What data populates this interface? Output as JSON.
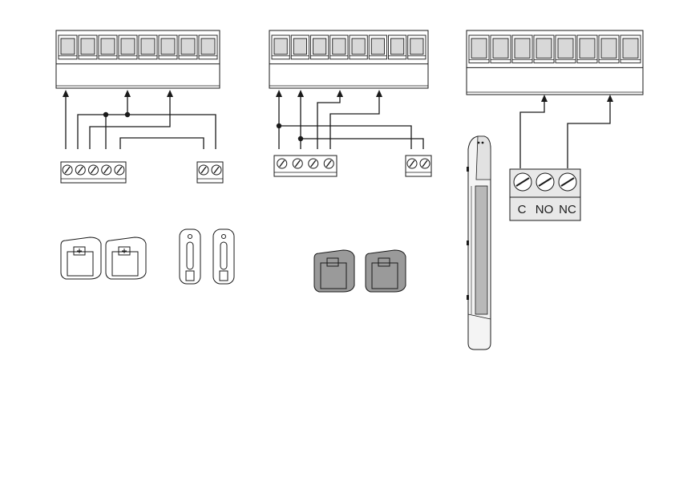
{
  "relay_terminals": {
    "labels": [
      "C",
      "NO",
      "NC"
    ]
  },
  "colors": {
    "ink": "#1a1a1a",
    "key_fill": "#d8d8d8",
    "relay_fill": "#e8e8e8",
    "photocell_fill": "#888888",
    "sensor_body": "#f2f2f2",
    "sensor_strip": "#b8b8b8"
  },
  "terminal_blocks": {
    "controller_positions": 8,
    "photocell_tx_screws": 5,
    "photocell_rx_screws": 2
  }
}
